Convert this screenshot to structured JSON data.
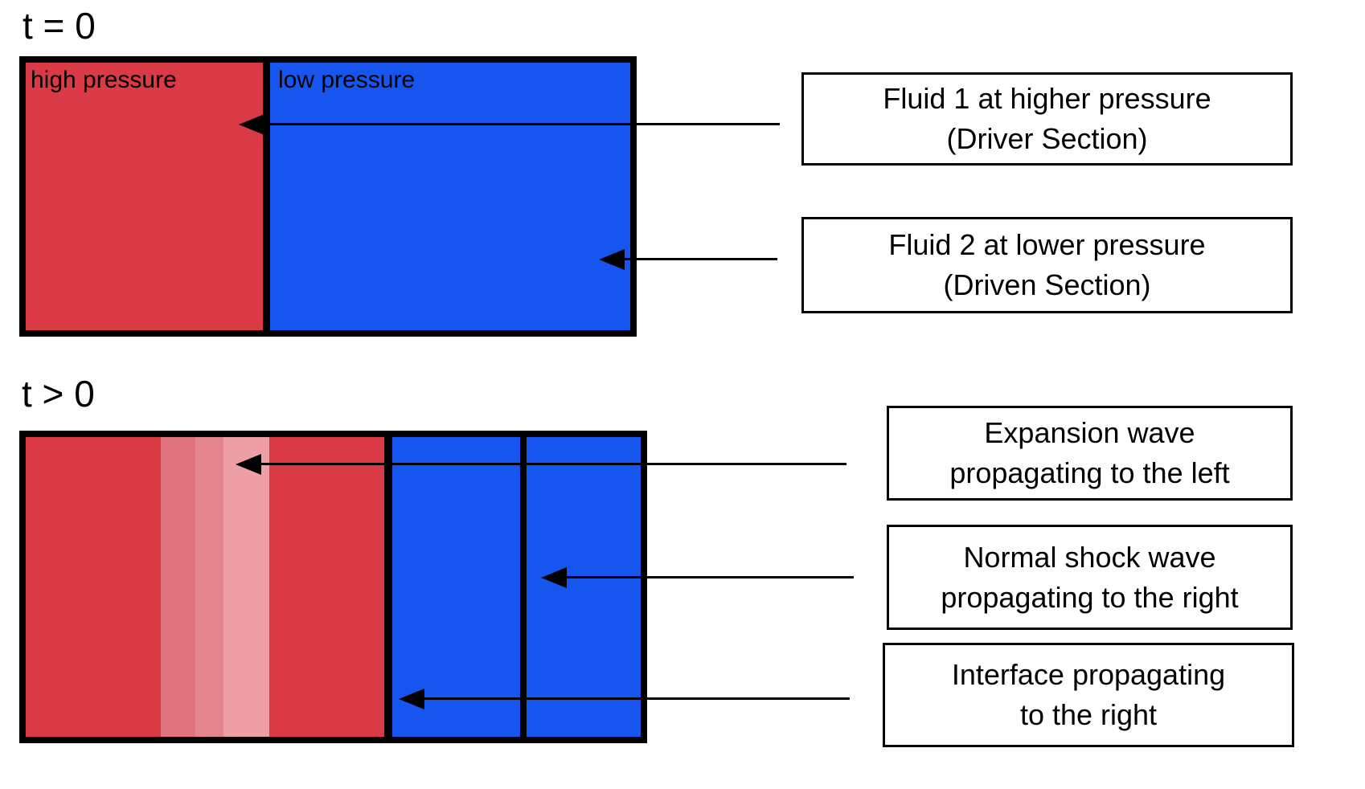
{
  "colors": {
    "high_pressure_fluid": "#DA3A45",
    "low_pressure_fluid": "#1656EE",
    "expansion_band_1": "#E0737D",
    "expansion_band_2": "#E4858D",
    "expansion_band_3": "#EE9EA5",
    "outline": "#000000",
    "background": "#FFFFFF"
  },
  "initial_state": {
    "time_label": "t = 0",
    "high_pressure_label": "high pressure",
    "low_pressure_label": "low pressure"
  },
  "later_state": {
    "time_label": "t > 0"
  },
  "callouts": {
    "fluid1": {
      "line1": "Fluid 1 at higher pressure",
      "line2": "(Driver Section)"
    },
    "fluid2": {
      "line1": "Fluid 2 at lower pressure",
      "line2": "(Driven Section)"
    },
    "expansion": {
      "line1": "Expansion wave",
      "line2": "propagating to the left"
    },
    "shock": {
      "line1": "Normal shock wave",
      "line2": "propagating to the right"
    },
    "interface": {
      "line1": "Interface propagating",
      "line2": "to the right"
    }
  }
}
